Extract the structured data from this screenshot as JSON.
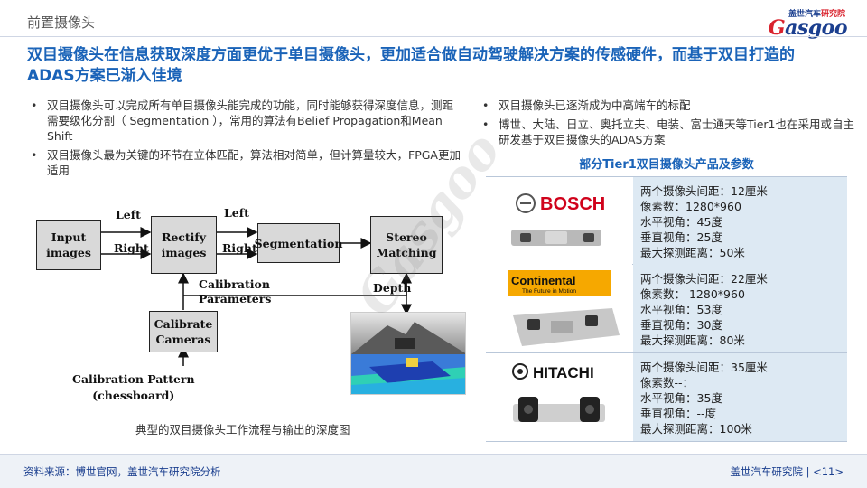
{
  "header": {
    "section_title": "前置摄像头",
    "logo": {
      "cn_part1": "盖世汽车",
      "cn_part2": "研究院",
      "en_part1": "G",
      "en_part2": "asgoo"
    }
  },
  "headline": "双目摄像头在信息获取深度方面更优于单目摄像头，更加适合做自动驾驶解决方案的传感硬件，而基于双目打造的ADAS方案已渐入佳境",
  "left_bullets": [
    "双目摄像头可以完成所有单目摄像头能完成的功能，同时能够获得深度信息，测距需要级化分割（ Segmentation ），常用的算法有Belief Propagation和Mean Shift",
    "双目摄像头最为关键的环节在立体匹配，算法相对简单，但计算量较大，FPGA更加适用"
  ],
  "right_bullets": [
    "双目摄像头已逐渐成为中高端车的标配",
    "博世、大陆、日立、奥托立夫、电装、富士通天等Tier1也在采用或自主研发基于双目摄像头的ADAS方案"
  ],
  "bullet_symbol": "•",
  "diagram": {
    "nodes": {
      "input": [
        "Input",
        "images"
      ],
      "rectify": [
        "Rectify",
        "images"
      ],
      "segmentation": [
        "Segmentation"
      ],
      "stereo": [
        "Stereo",
        "Matching"
      ],
      "calibrate": [
        "Calibrate",
        "Cameras"
      ]
    },
    "labels": {
      "left1": "Left",
      "right1": "Right",
      "left2": "Left",
      "right2": "Right",
      "calib_params": [
        "Calibration",
        "Parameters"
      ],
      "depth": "Depth",
      "calib_pattern": [
        "Calibration Pattern",
        "(chessboard)"
      ]
    },
    "caption": "典型的双目摄像头工作流程与输出的深度图"
  },
  "watermark": "Gasgoo",
  "table": {
    "title": "部分Tier1双目摄像头产品及参数",
    "rows": [
      {
        "brand": "BOSCH",
        "specs": [
          "两个摄像头间距：12厘米",
          "像素数：1280*960",
          "水平视角：45度",
          "垂直视角：25度",
          "最大探测距离：50米"
        ]
      },
      {
        "brand": "Continental",
        "tagline": "The Future in Motion",
        "specs": [
          "两个摄像头间距：22厘米",
          "像素数： 1280*960",
          "水平视角：53度",
          "垂直视角：30度",
          "最大探测距离：80米"
        ]
      },
      {
        "brand": "HITACHI",
        "specs": [
          "两个摄像头间距：35厘米",
          "像素数--：",
          "水平视角：35度",
          "垂直视角：--度",
          "最大探测距离：100米"
        ]
      }
    ]
  },
  "footer": {
    "source": "资料来源：博世官网，盖世汽车研究院分析",
    "org": "盖世汽车研究院",
    "separator": "|",
    "page": "<11>"
  },
  "colors": {
    "accent": "#1a63b8",
    "brand_blue": "#1b3f8f",
    "brand_red": "#d9232e",
    "spec_bg": "#dde9f3"
  }
}
